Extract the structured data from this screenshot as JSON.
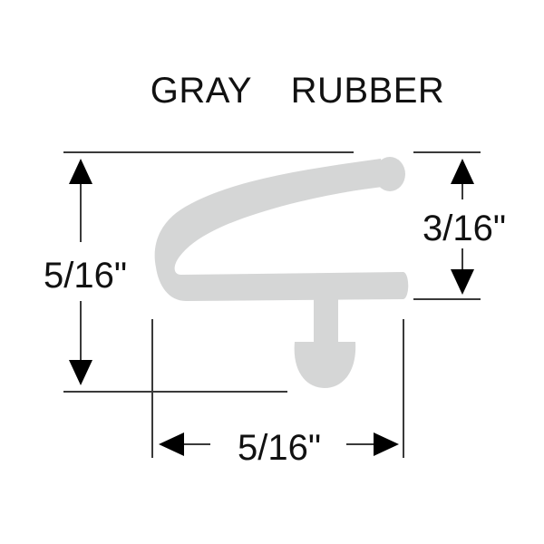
{
  "title": "GRAY  RUBBER",
  "dimensions": {
    "overall_height": "5/16\"",
    "lip_height": "3/16\"",
    "overall_width": "5/16\""
  },
  "colors": {
    "rubber_fill": "#d5d6d6",
    "line": "#3a3a3a",
    "arrow": "#000000",
    "text": "#111111",
    "background": "#ffffff"
  }
}
